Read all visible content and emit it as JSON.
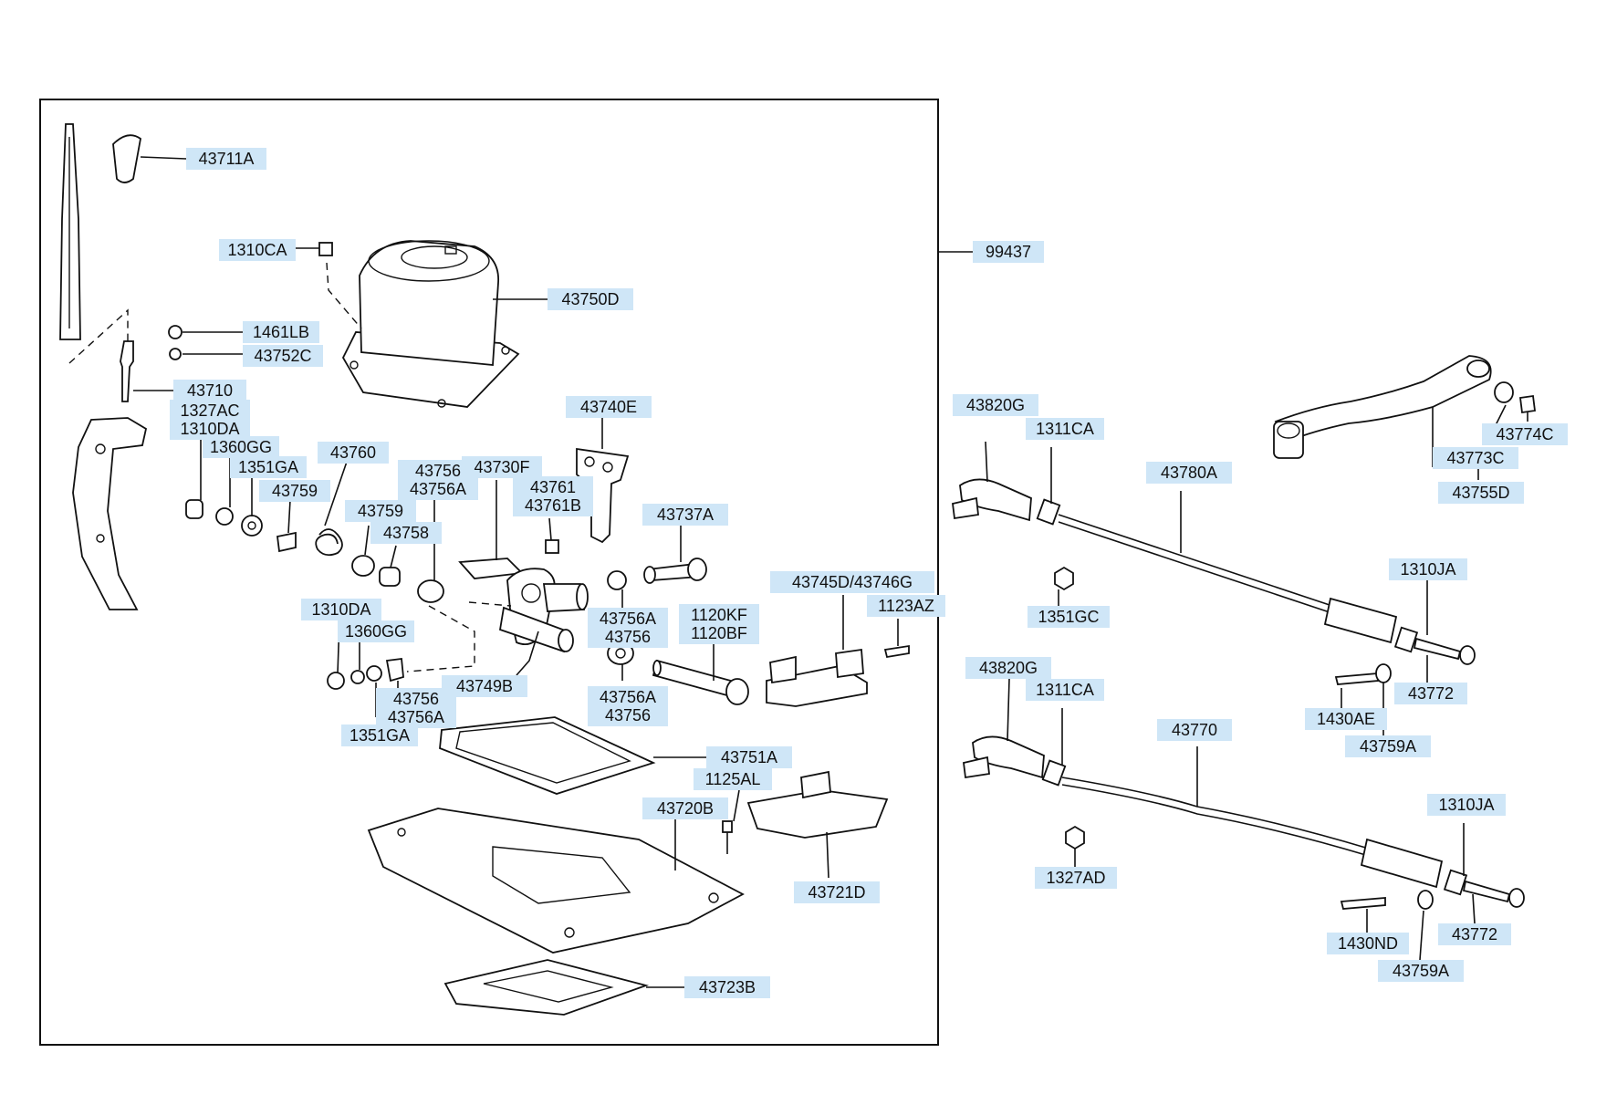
{
  "labels": {
    "l43711A": "43711A",
    "l1310CA": "1310CA",
    "l43750D": "43750D",
    "l99437": "99437",
    "l1461LB": "1461LB",
    "l43752C": "43752C",
    "l43710": "43710",
    "l1327AC_1310DA": "1327AC\n1310DA",
    "l1360GG_a": "1360GG",
    "l1351GA_a": "1351GA",
    "l43759_a": "43759",
    "l43760": "43760",
    "l43756_43756A_a": "43756\n43756A",
    "l43730F": "43730F",
    "l43759_b": "43759",
    "l43758": "43758",
    "l43761_43761B": "43761\n43761B",
    "l43740E": "43740E",
    "l43737A": "43737A",
    "l1310DA_b": "1310DA",
    "l1360GG_b": "1360GG",
    "l43756_43756A_b": "43756\n43756A",
    "l1351GA_b": "1351GA",
    "l43749B": "43749B",
    "l43756A_43756_a": "43756A\n43756",
    "l43756A_43756_b": "43756A\n43756",
    "l1120KF_1120BF": "1120KF\n1120BF",
    "l43745D_43746G": "43745D/43746G",
    "l1123AZ": "1123AZ",
    "l43751A": "43751A",
    "l1125AL": "1125AL",
    "l43720B": "43720B",
    "l43721D": "43721D",
    "l43723B": "43723B",
    "l43820G_a": "43820G",
    "l1311CA_a": "1311CA",
    "l43780A": "43780A",
    "l1351GC": "1351GC",
    "l1310JA_a": "1310JA",
    "l43772_a": "43772",
    "l43774C": "43774C",
    "l43773C": "43773C",
    "l43755D": "43755D",
    "l1430AE": "1430AE",
    "l43759A_a": "43759A",
    "l43820G_b": "43820G",
    "l1311CA_b": "1311CA",
    "l43770": "43770",
    "l1327AD": "1327AD",
    "l1310JA_b": "1310JA",
    "l43772_b": "43772",
    "l1430ND": "1430ND",
    "l43759A_b": "43759A"
  },
  "colors": {
    "label_background": "#cfe6f7",
    "line": "#111111"
  }
}
